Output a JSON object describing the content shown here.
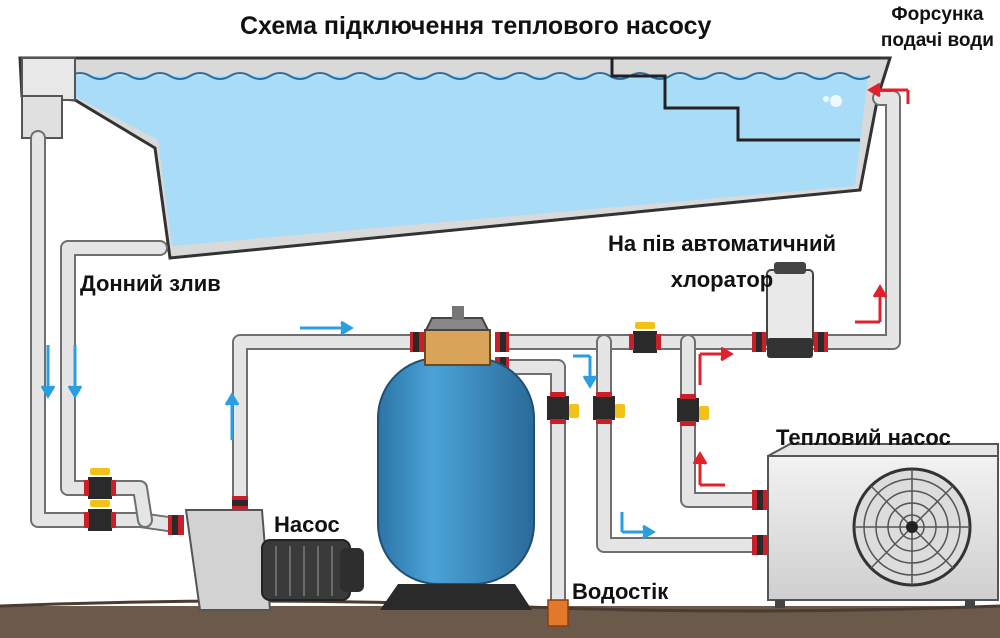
{
  "title": "Схема підключення теплового насосу",
  "labels": {
    "nozzle_line1": "Форсунка",
    "nozzle_line2": "подачі води",
    "bottom_drain": "Донний злив",
    "chlorinator_line1": "На пів автоматичний",
    "chlorinator_line2": "хлоратор",
    "pump": "Насос",
    "heat_pump": "Тепловий насос",
    "drain_gutter": "Водостік"
  },
  "colors": {
    "water": "#a9dcf6",
    "pipe": "#e5e5e5",
    "pipe_outline": "#6f6f6f",
    "filter_tank": "#3a8fc4",
    "flow_arrow_cold": "#2a9fe0",
    "flow_arrow_hot": "#e0202a",
    "valve_handle": "#f2c21a",
    "ground": "#6b5a4a"
  },
  "icons": [
    "arrow-cold-icon",
    "arrow-hot-icon",
    "valve-icon",
    "fan-icon"
  ]
}
